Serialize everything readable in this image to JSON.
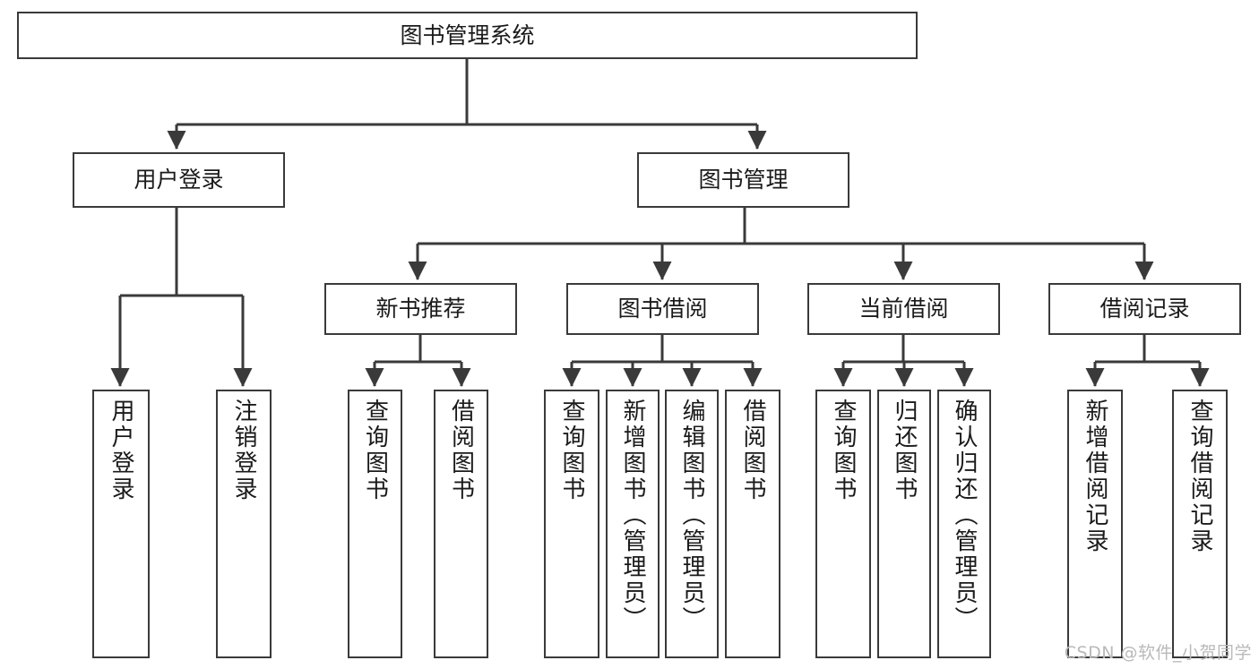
{
  "diagram": {
    "title": "图书管理系统",
    "type": "功能结构图",
    "watermark": "CSDN @软件_小贺同学",
    "colors": {
      "box_border": "#3a3a3a",
      "box_fill": "#ffffff",
      "edge": "#3a3a3a",
      "text": "#1a1a1a",
      "watermark": "#b9b9b9",
      "background": "#ffffff"
    }
  },
  "nodes": {
    "root": {
      "label": "图书管理系统"
    },
    "level2": [
      {
        "id": "user-login",
        "label": "用户登录"
      },
      {
        "id": "book-manage",
        "label": "图书管理"
      }
    ],
    "level3": [
      {
        "id": "new-book-rec",
        "label": "新书推荐"
      },
      {
        "id": "book-borrow",
        "label": "图书借阅"
      },
      {
        "id": "current-borrow",
        "label": "当前借阅"
      },
      {
        "id": "borrow-record",
        "label": "借阅记录"
      }
    ],
    "leaves": {
      "user_login": [
        {
          "id": "leaf-user-login",
          "label": "用户登录"
        },
        {
          "id": "leaf-logout-login",
          "label": "注销登录"
        }
      ],
      "new_book_rec": [
        {
          "id": "leaf-query-book-1",
          "label": "查询图书"
        },
        {
          "id": "leaf-borrow-book-1",
          "label": "借阅图书"
        }
      ],
      "book_borrow": [
        {
          "id": "leaf-query-book-2",
          "label": "查询图书"
        },
        {
          "id": "leaf-add-book",
          "label": "新增图书（管理员）"
        },
        {
          "id": "leaf-edit-book",
          "label": "编辑图书（管理员）"
        },
        {
          "id": "leaf-borrow-book-2",
          "label": "借阅图书"
        }
      ],
      "current_borrow": [
        {
          "id": "leaf-query-book-3",
          "label": "查询图书"
        },
        {
          "id": "leaf-return-book",
          "label": "归还图书"
        },
        {
          "id": "leaf-confirm-return",
          "label": "确认归还（管理员）"
        }
      ],
      "borrow_record": [
        {
          "id": "leaf-add-record",
          "label": "新增借阅记录"
        },
        {
          "id": "leaf-query-record",
          "label": "查询借阅记录"
        }
      ]
    }
  }
}
